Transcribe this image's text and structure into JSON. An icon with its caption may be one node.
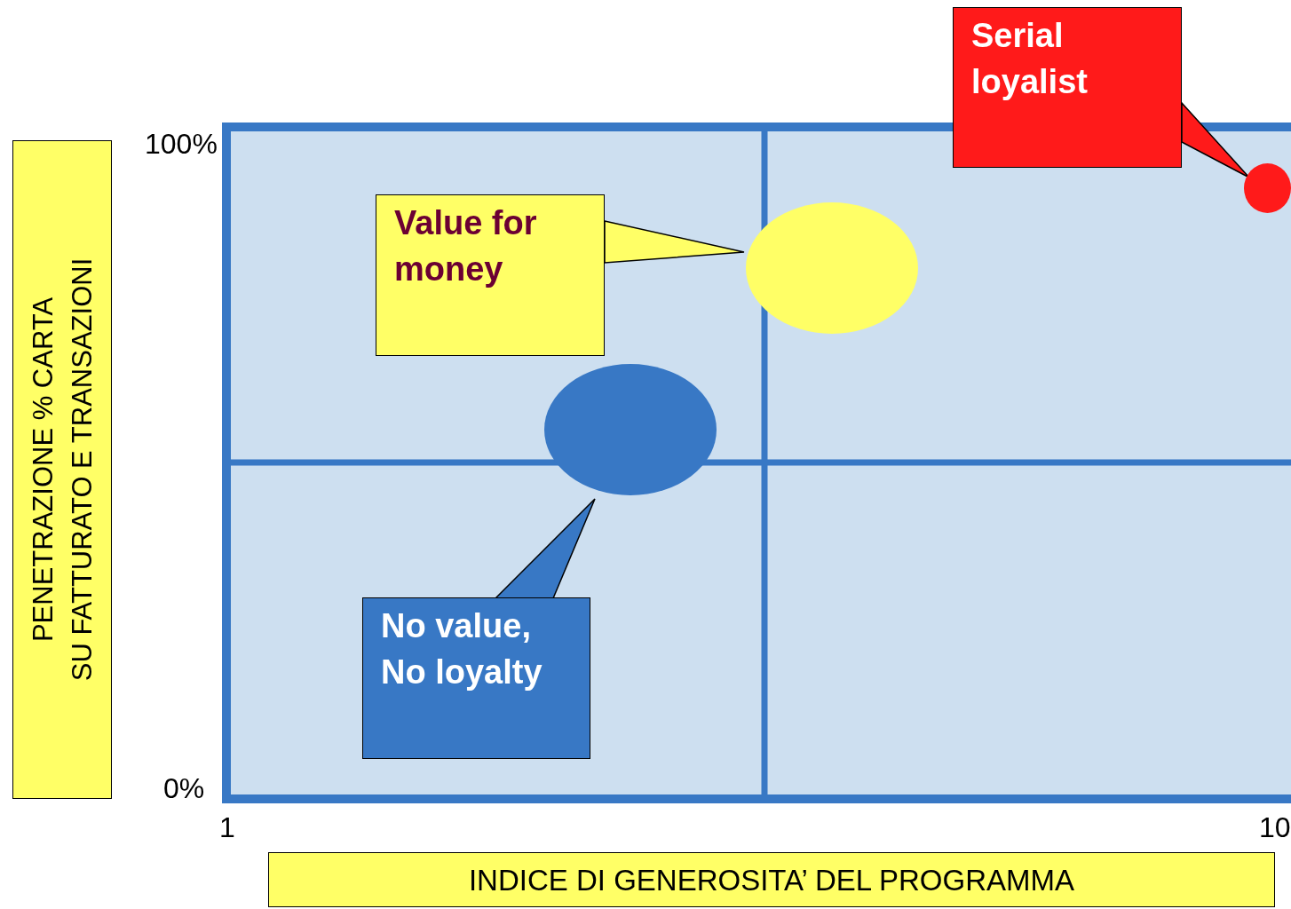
{
  "diagram": {
    "nodes": [
      {
        "text": [
          "PENETRAZIONE % CARTA",
          "SU FATTURATO E TRANSAZIONI"
        ]
      },
      {
        "text": [
          "INDICE DI GENEROSITA’ DEL PROGRAMMA"
        ]
      },
      {
        "text": [
          "Serial loyalist"
        ]
      },
      {
        "text": [],
        "shape": "circle"
      },
      {
        "text": [
          "Value for money"
        ]
      },
      {
        "text": [],
        "shape": "circle"
      },
      {
        "text": [],
        "shape": "circle"
      },
      {
        "text": [
          "No value, No loyalty"
        ]
      }
    ],
    "edges": [
      {
        "from": 2,
        "to": 3,
        "arrow": "to"
      },
      {
        "from": 4,
        "to": 5,
        "arrow": "to"
      },
      {
        "from": 7,
        "to": 6,
        "arrow": "to"
      }
    ],
    "labels": [
      "100%",
      "0%",
      "1",
      "10"
    ]
  }
}
